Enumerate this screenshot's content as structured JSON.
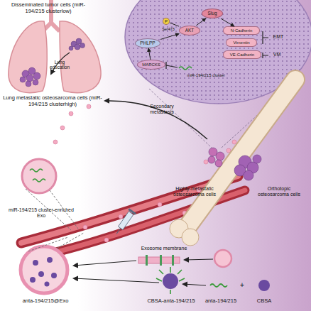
{
  "diagram": {
    "nodes": [
      {
        "text": [
          "AKT"
        ]
      },
      {
        "text": [
          "P"
        ]
      },
      {
        "text": [
          "Slug"
        ]
      },
      {
        "text": [
          "N-Cadherin"
        ]
      },
      {
        "text": [
          "Vimentin"
        ]
      },
      {
        "text": [
          "VE-Cadherin"
        ]
      },
      {
        "text": [
          "PHLPP"
        ]
      },
      {
        "text": [
          "MARCKS"
        ]
      }
    ],
    "edges": [
      {
        "from": 6,
        "to": 0,
        "arrow": "to"
      },
      {
        "from": 0,
        "to": 2,
        "arrow": "to"
      },
      {
        "from": 2,
        "to": 3,
        "arrow": "to"
      },
      {
        "from": 7,
        "to": 6,
        "arrow": "to"
      },
      {
        "from": 1,
        "to": 0,
        "arrow": "none"
      }
    ],
    "labels": [
      "Disseminated tumor cells (miR-194/215 clusterlow)",
      "Lung education",
      "Lung metastatic osteosarcoma cells (miR-194/215 clusterhigh)",
      "Secondary metastasis",
      "Highly-metastatic osteosarcoma cells",
      "Orthotopic osteosarcoma cells",
      "miR-194/215 cluster-enriched Exo",
      "Exosome membrane",
      "anta-194/215@Exo",
      "CBSA-anta-194/215",
      "anta-194/215",
      "+",
      "CBSA",
      "Ser473",
      "EMT",
      "VM",
      "miR-194/215 cluster"
    ]
  }
}
